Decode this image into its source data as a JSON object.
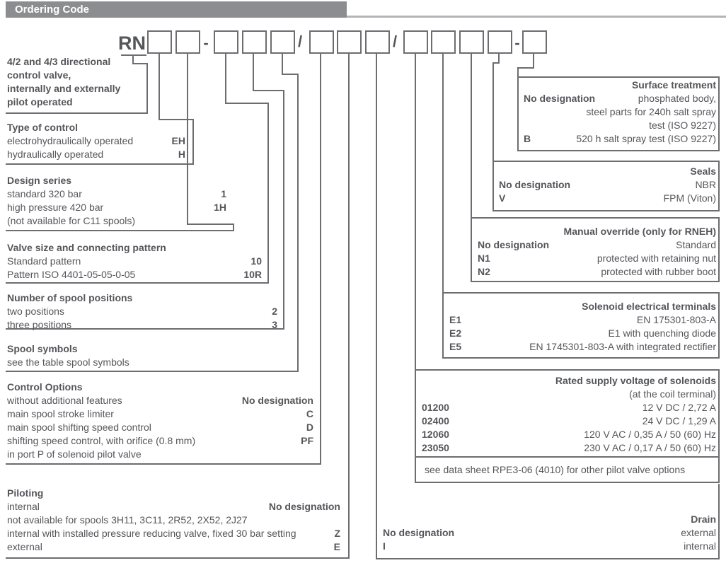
{
  "header": {
    "title": "Ordering Code"
  },
  "code": {
    "prefix": "RN",
    "separators": [
      "-",
      "/",
      "/",
      "-"
    ]
  },
  "left_sections": [
    {
      "title_lines": [
        "4/2 and 4/3 directional",
        "control valve,",
        "internally and externally",
        "pilot operated"
      ]
    },
    {
      "title": "Type of control",
      "rows": [
        {
          "label": "electrohydraulically operated",
          "code": "EH"
        },
        {
          "label": "hydraulically operated",
          "code": "H"
        }
      ]
    },
    {
      "title": "Design series",
      "rows": [
        {
          "label": "standard 320 bar",
          "code": "1"
        },
        {
          "label": "high pressure 420 bar",
          "code": "1H"
        },
        {
          "label": "(not available for C11 spools)",
          "code": ""
        }
      ]
    },
    {
      "title": "Valve size and connecting pattern",
      "rows": [
        {
          "label": "Standard pattern",
          "code": "10"
        },
        {
          "label": "Pattern ISO 4401-05-05-0-05",
          "code": "10R"
        }
      ]
    },
    {
      "title": "Number of spool positions",
      "rows": [
        {
          "label": "two positions",
          "code": "2"
        },
        {
          "label": "three positions",
          "code": "3"
        }
      ]
    },
    {
      "title": "Spool symbols",
      "rows": [
        {
          "label": "see the table spool symbols",
          "code": ""
        }
      ]
    },
    {
      "title": "Control Options",
      "rows": [
        {
          "label": "without additional features",
          "code": "No designation"
        },
        {
          "label": "main spool stroke limiter",
          "code": "C"
        },
        {
          "label": "main spool shifting speed control",
          "code": "D"
        },
        {
          "label": "shifting speed control, with orifice (0.8 mm)",
          "code": "PF"
        },
        {
          "label": "in port P of solenoid pilot valve",
          "code": ""
        }
      ]
    },
    {
      "title": "Piloting",
      "rows": [
        {
          "label": "internal",
          "code": "No designation"
        },
        {
          "label": "not available for spools 3H11, 3C11, 2R52, 2X52, 2J27",
          "code": ""
        },
        {
          "label": "internal with installed pressure reducing valve, fixed 30 bar setting",
          "code": "Z"
        },
        {
          "label": "external",
          "code": "E"
        }
      ]
    }
  ],
  "right_sections": [
    {
      "title": "Surface treatment",
      "rows": [
        {
          "code": "No designation",
          "label": "phosphated body,"
        },
        {
          "code": "",
          "label": "steel parts for 240h salt spray"
        },
        {
          "code": "",
          "label": "test (ISO 9227)"
        },
        {
          "code": "B",
          "label": "520 h salt spray test (ISO 9227)"
        }
      ]
    },
    {
      "title": "Seals",
      "rows": [
        {
          "code": "No designation",
          "label": "NBR"
        },
        {
          "code": "V",
          "label": "FPM (Viton)"
        }
      ]
    },
    {
      "title": "Manual override (only for RNEH)",
      "rows": [
        {
          "code": "No designation",
          "label": "Standard"
        },
        {
          "code": "N1",
          "label": "protected with retaining nut"
        },
        {
          "code": "N2",
          "label": "protected with rubber boot"
        }
      ]
    },
    {
      "title": "Solenoid electrical terminals",
      "rows": [
        {
          "code": "E1",
          "label": "EN 175301-803-A"
        },
        {
          "code": "E2",
          "label": "E1 with quenching diode"
        },
        {
          "code": "E5",
          "label": "EN 1745301-803-A with integrated rectifier"
        }
      ]
    },
    {
      "title": "Rated supply voltage of solenoids",
      "subtitle": "(at the coil terminal)",
      "rows": [
        {
          "code": "01200",
          "label": "12 V DC / 2,72 A"
        },
        {
          "code": "02400",
          "label": "24 V DC / 1,29 A"
        },
        {
          "code": "12060",
          "label": "120 V AC / 0,35 A / 50 (60) Hz"
        },
        {
          "code": "23050",
          "label": "230 V AC / 0,17 A / 50 (60) Hz"
        }
      ],
      "note": "see data sheet RPE3-06 (4010) for other pilot valve options"
    },
    {
      "title": "Drain",
      "rows": [
        {
          "code": "No designation",
          "label": "external"
        },
        {
          "code": "I",
          "label": "internal"
        }
      ]
    }
  ],
  "colors": {
    "header_bar": "#8b8d90",
    "header_text": "#ffffff",
    "text": "#55565a",
    "line": "#6c6d70",
    "light_rule": "#b2b4b6"
  }
}
